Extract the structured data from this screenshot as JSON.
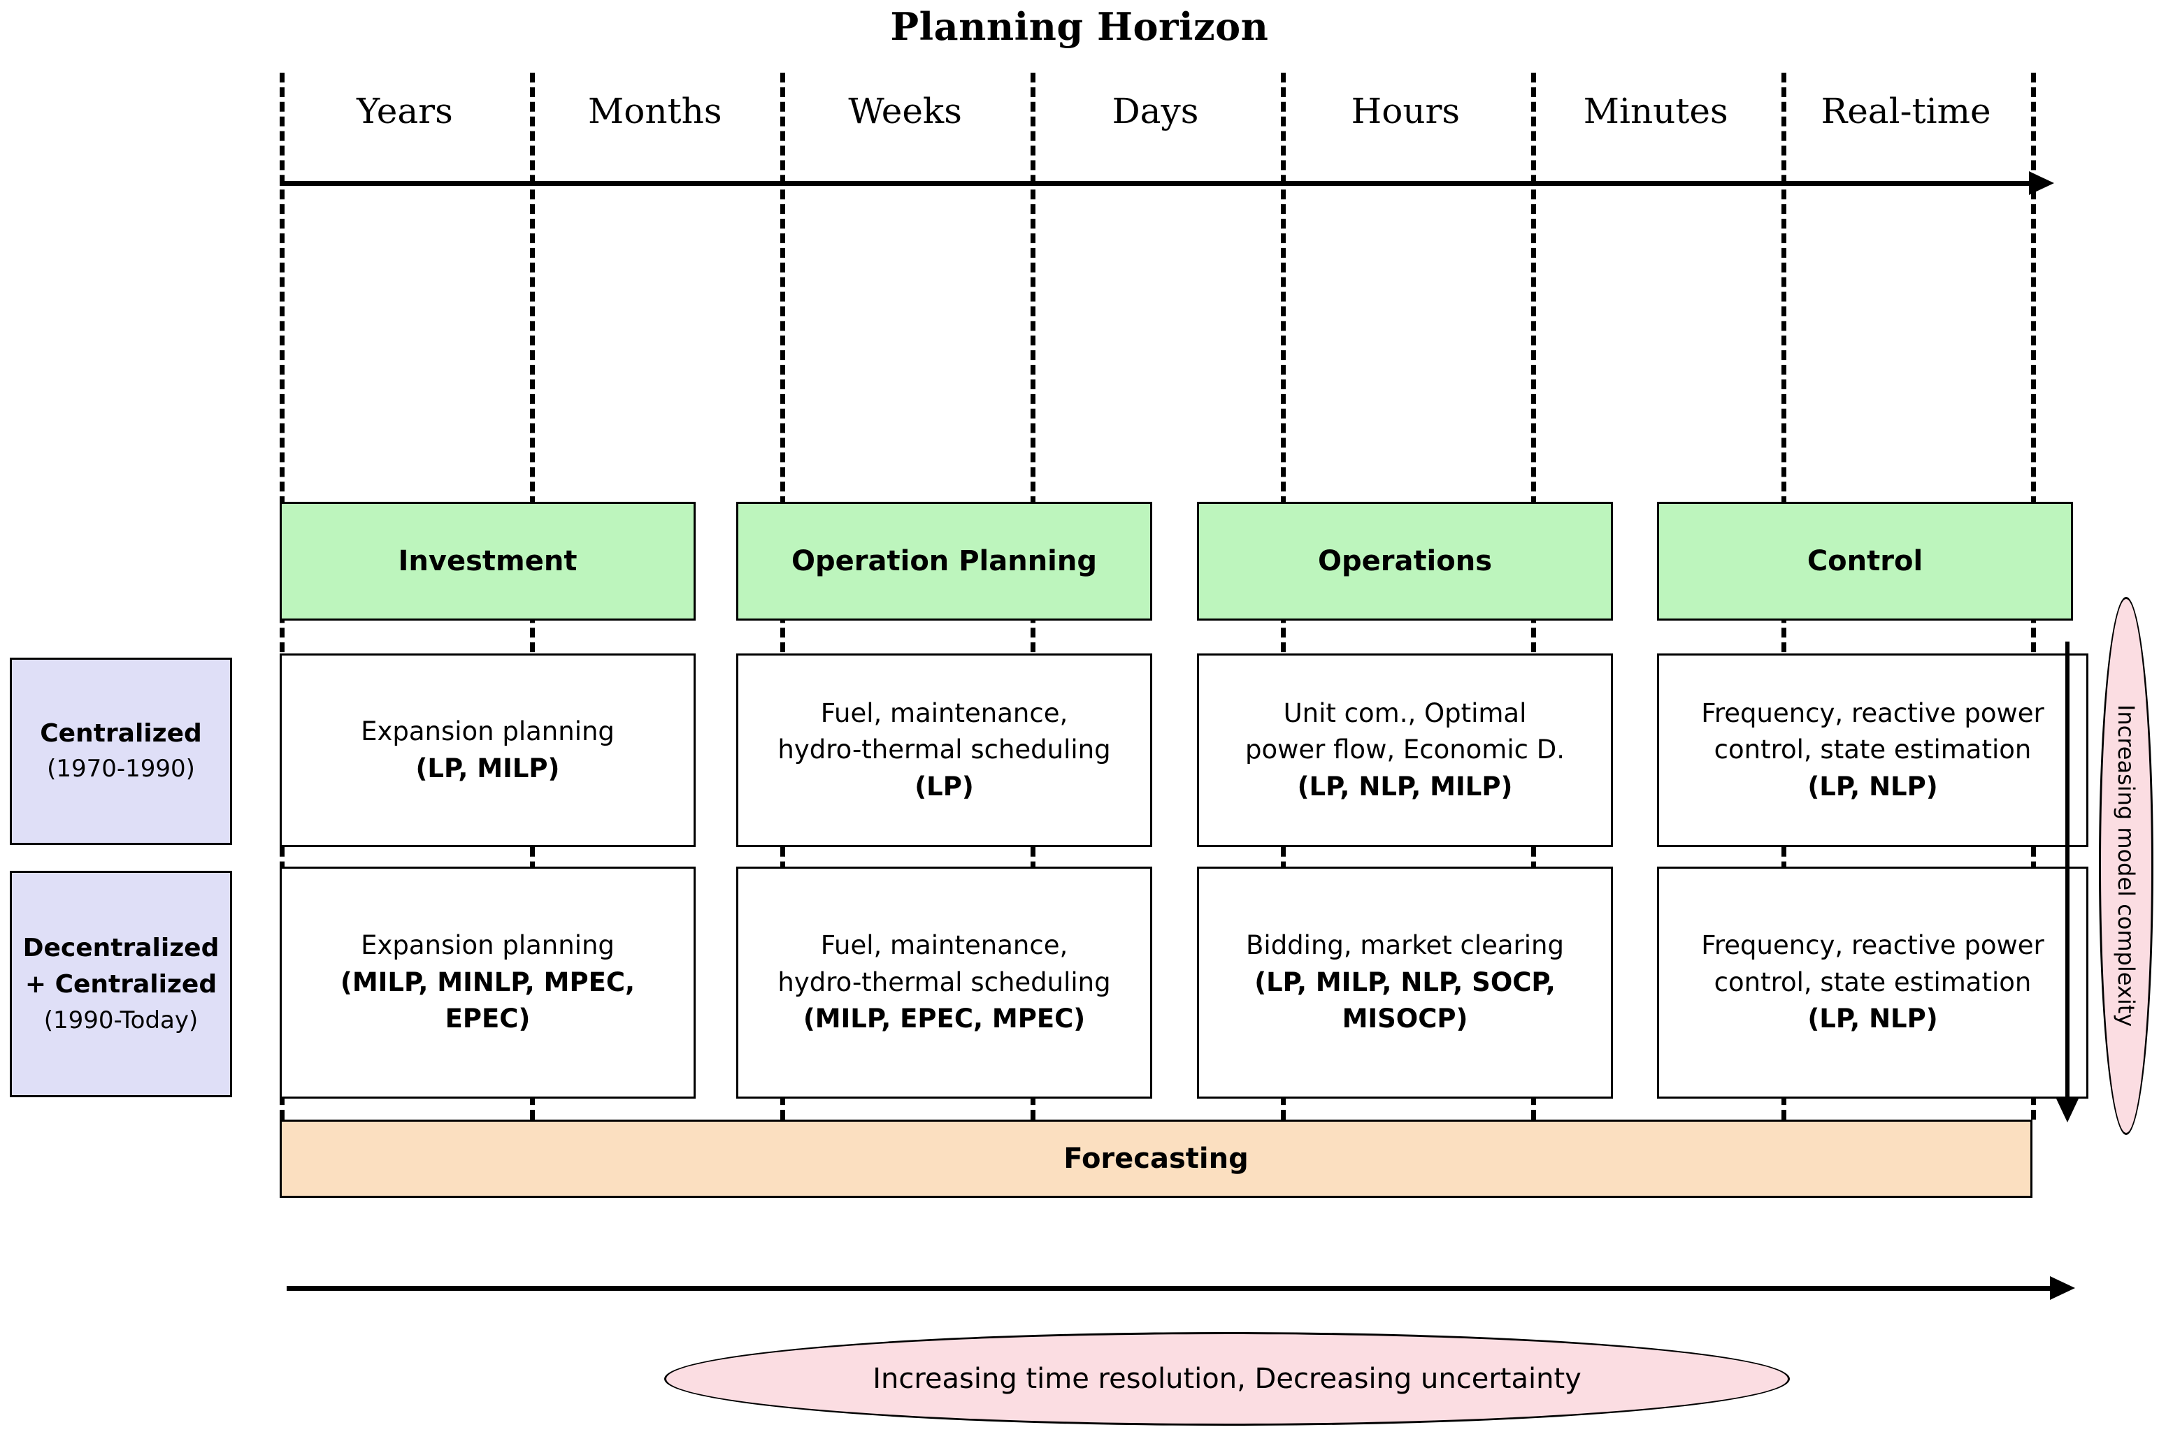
{
  "title": "Planning Horizon",
  "timeline": {
    "labels": [
      "Years",
      "Months",
      "Weeks",
      "Days",
      "Hours",
      "Minutes",
      "Real-time"
    ],
    "arrow_direction": "right"
  },
  "phases": [
    {
      "label": "Investment",
      "span_start": 0,
      "span_end": 2
    },
    {
      "label": "Operation Planning",
      "span_start": 2,
      "span_end": 4
    },
    {
      "label": "Operations",
      "span_start": 4,
      "span_end": 6
    },
    {
      "label": "Control",
      "span_start": 6,
      "span_end": 7
    }
  ],
  "rows": [
    {
      "era_name": "Centralized",
      "era_years": "(1970-1990)",
      "cells": [
        {
          "desc": "Expansion planning",
          "models": "(LP, MILP)"
        },
        {
          "desc": "Fuel, maintenance,\nhydro-thermal scheduling",
          "models": "(LP)"
        },
        {
          "desc": "Unit com., Optimal\npower flow, Economic D.",
          "models": "(LP, NLP, MILP)"
        },
        {
          "desc": "Frequency, reactive power\ncontrol, state estimation",
          "models": "(LP, NLP)"
        }
      ]
    },
    {
      "era_name": "Decentralized\n+ Centralized",
      "era_years": "(1990-Today)",
      "cells": [
        {
          "desc": "Expansion planning",
          "models": "(MILP, MINLP, MPEC,\nEPEC)"
        },
        {
          "desc": "Fuel, maintenance,\nhydro-thermal scheduling",
          "models": "(MILP, EPEC, MPEC)"
        },
        {
          "desc": "Bidding, market clearing",
          "models": "(LP, MILP, NLP, SOCP,\nMISOCP)"
        },
        {
          "desc": "Frequency, reactive power\ncontrol, state estimation",
          "models": "(LP, NLP)"
        }
      ]
    }
  ],
  "forecasting": {
    "label": "Forecasting"
  },
  "annotations": {
    "bottom_ellipse": "Increasing time resolution, Decreasing uncertainty",
    "right_ellipse": "Increasing model complexity"
  },
  "colors": {
    "phase_box": "#bdf5bd",
    "era_label": "#dfdff7",
    "forecasting": "#fbdfc0",
    "ellipse": "#fbdde2",
    "line": "#000000",
    "background": "#ffffff"
  }
}
